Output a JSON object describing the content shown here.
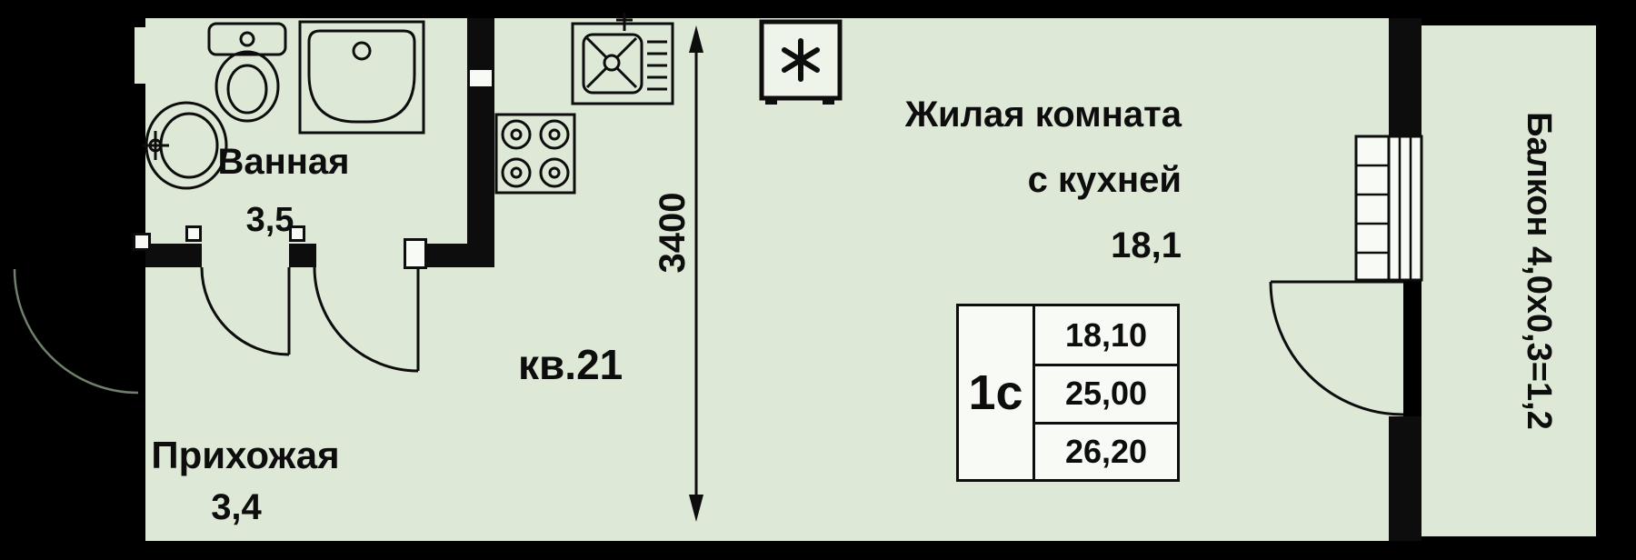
{
  "apartment": {
    "number_label": "кв.21"
  },
  "rooms": {
    "bathroom": {
      "name": "Ванная",
      "area": "3,5"
    },
    "hallway": {
      "name": "Прихожая",
      "area": "3,4"
    },
    "living": {
      "name_line1": "Жилая комната",
      "name_line2": "с кухней",
      "area": "18,1"
    },
    "balcony": {
      "label": "Балкон 4,0х0,3=1,2"
    }
  },
  "dimension": {
    "height_mm": "3400"
  },
  "stamp": {
    "type_label": "1с",
    "rows": [
      "18,10",
      "25,00",
      "26,20"
    ]
  },
  "fixtures": [
    "toilet-icon",
    "bathtub-icon",
    "washbasin-icon",
    "kitchen-sink-icon",
    "stove-icon",
    "fridge-icon",
    "window-icon",
    "ladder-icon"
  ],
  "colors": {
    "background": "#000000",
    "floor": "#dde8d6",
    "line": "#0d0d0d",
    "stamp_background": "#f7faf5"
  }
}
